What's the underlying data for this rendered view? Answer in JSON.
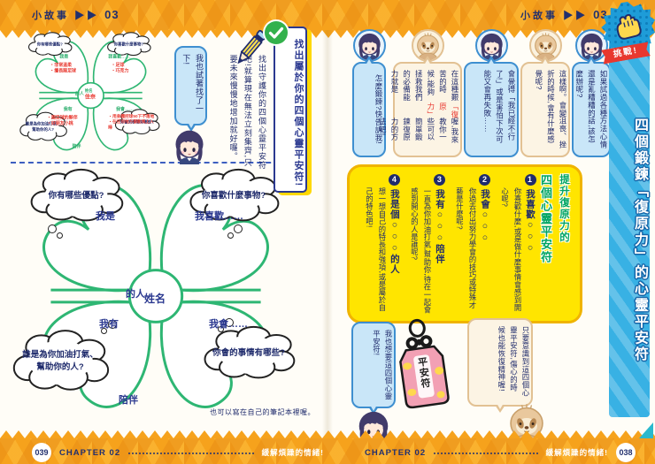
{
  "header": {
    "story_tag": "小故事",
    "arrows": "▶▶",
    "episode": "03"
  },
  "clover": {
    "clouds": {
      "top_left": "你有哪些優點?",
      "top_right": "你喜歡什麼事物?",
      "bottom_left": "誰是為你加油打氣、幫助你的人?",
      "bottom_right": "你會的事情有哪些?"
    },
    "labels": {
      "top_left": "我是",
      "top_right": "我喜歡……",
      "bottom_left": "我有",
      "bottom_right": "我會……",
      "person_suffix": "的人",
      "company_suffix": "陪伴",
      "name_label": "姓名"
    }
  },
  "example": {
    "name": "佳奈",
    "entries": {
      "top_left": [
        "・非常溫柔",
        "・擅長踢足球"
      ],
      "top_right": [
        "・足球",
        "・巧克力"
      ],
      "bottom_left": [
        "・踢足球的夥伴",
        "・好朋友小桃"
      ],
      "bottom_right": [
        "・用身體控球50下不落地",
        "・在任何地方都能馬上入睡"
      ]
    }
  },
  "left_page": {
    "banner_title": "找出屬於你的四個心靈平安符!",
    "intro": "找出守護你的四個心靈平安符吧!就算現在無法立刻集齊,只要未來慢慢地增加就好囉。",
    "girl_bubble": "我也試著找了一下!",
    "note": "也可以寫在自己的筆記本裡喔。"
  },
  "right_page": {
    "dialogue": [
      {
        "speaker": "girl",
        "text": "怎麼鍛鍊?快告訴我!"
      },
      {
        "speaker": "sloth",
        "pre": "在這種艱苦的時候,能夠拯救我們的必備能力就是",
        "highlight": "「復原力」",
        "post": "喔,我來教你一些可以簡單鍛鍊復原力的方法吧!"
      },
      {
        "speaker": "girl",
        "text": "會覺得「我已經不行了!」或是害怕下次可能又會再失敗……"
      },
      {
        "speaker": "sloth",
        "text": "這樣啊。會變沮喪、挫折的時候,會有什麼感覺呢?"
      },
      {
        "speaker": "girl",
        "text": "如果試過各種方法心情還是亂糟糟的話,該怎麼辦呢?"
      }
    ],
    "box": {
      "title_line1": "提升復原力的",
      "title_line2": "四個心靈平安符",
      "items": [
        {
          "num": "1",
          "heading": "我喜歡○○○",
          "body": "你喜歡什麼,或是做什麼事情會感到開心呢?"
        },
        {
          "num": "2",
          "heading": "我會○○○",
          "body": "你過去付出努力學會的技巧或特殊才藝是什麼呢?"
        },
        {
          "num": "3",
          "heading": "我有○○○陪伴",
          "body": "一直為你加油打氣,幫助你,待在一起會感到開心的人是誰呢?"
        },
        {
          "num": "4",
          "heading": "我是個○○○的人",
          "body": "想一想自己的特長和強項,或是屬於自己的特色吧!"
        }
      ]
    },
    "bottom": {
      "girl_bubble": "我也想要這四個心靈平安符!",
      "sloth_bubble": "只要意識到這四個心靈平安符,傷心的時候也能恢復精神喔!",
      "amulet_label": "平安符"
    },
    "ribbon_title": "四個鍛鍊「復原力」的心靈平安符",
    "badge_label": "挑戰!"
  },
  "footer": {
    "chapter": "CHAPTER 02",
    "title": "緩解煩躁的情緒!",
    "page_left": "039",
    "page_right": "038"
  },
  "colors": {
    "accent_orange": "#F6A21C",
    "navy": "#1F2B6C",
    "clover_green": "#2EB673",
    "box_yellow": "#FFE500",
    "ribbon_cyan": "#38B1E4",
    "highlight_red": "#E8382F"
  }
}
